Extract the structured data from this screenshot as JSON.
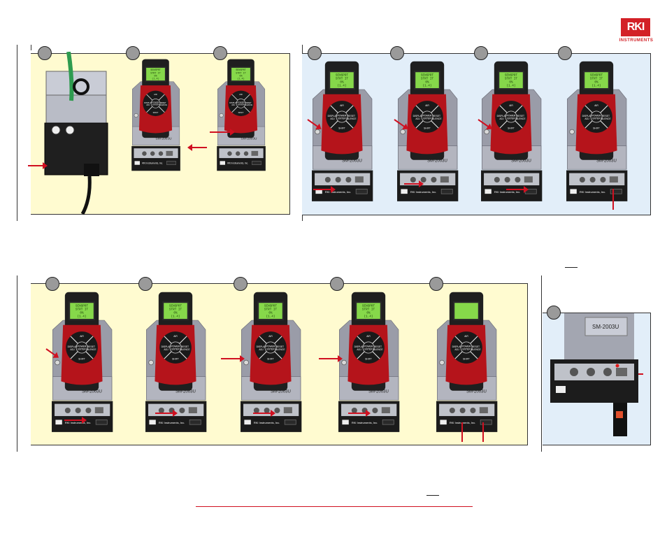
{
  "brand": {
    "logo_text": "RKI",
    "logo_sub": "INSTRUMENTS"
  },
  "lcd": {
    "line1": "SENSPRT",
    "line2": "STRT IT",
    "line3": "0%",
    "line4": "(1.4)"
  },
  "keys": {
    "top": "AIR",
    "left": "DISPLAY\nADJ",
    "center": "POWER\nENTER",
    "right": "RESET\nSILENCE",
    "bottom": "SHIFT"
  },
  "station_label": "SM-2003U",
  "base_label": "RKI\nInstruments, Inc.",
  "colors": {
    "accent": "#d01020",
    "instrument_red": "#b5141b",
    "cradle_gray": "#9a9ca8",
    "lcd_green": "#86d84a",
    "panel_yellow": "#fffbd0",
    "panel_blue": "#e2eef9"
  }
}
